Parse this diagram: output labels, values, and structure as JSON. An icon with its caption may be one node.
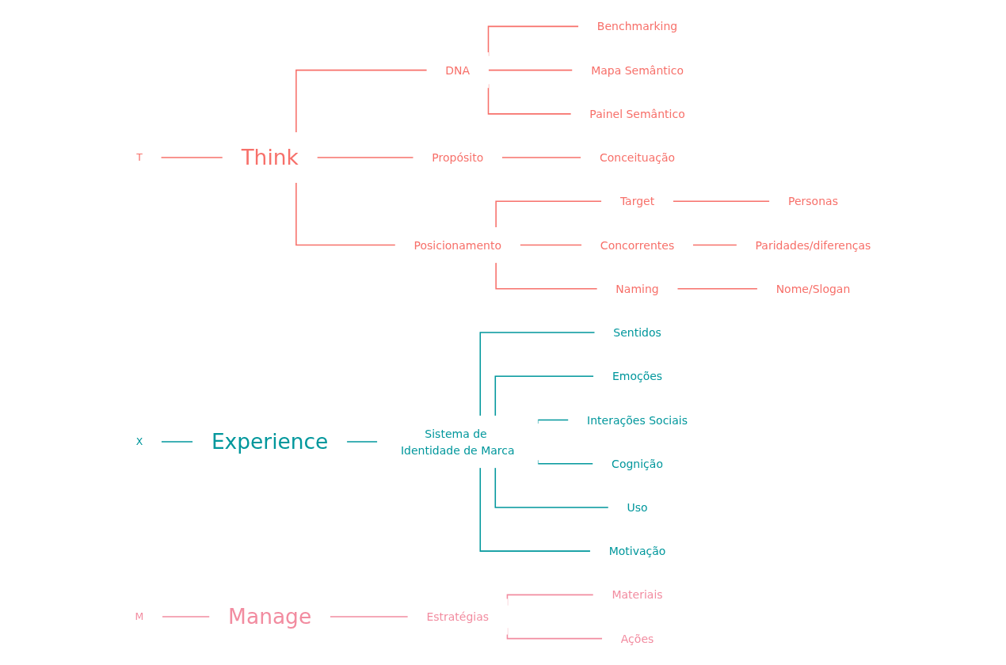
{
  "diagram": {
    "nodes": [
      {
        "text": [
          "T"
        ]
      },
      {
        "text": [
          "Think"
        ]
      },
      {
        "text": [
          "DNA"
        ]
      },
      {
        "text": [
          "Benchmarking"
        ]
      },
      {
        "text": [
          "Mapa Semântico"
        ]
      },
      {
        "text": [
          "Painel Semântico"
        ]
      },
      {
        "text": [
          "Propósito"
        ]
      },
      {
        "text": [
          "Conceituação"
        ]
      },
      {
        "text": [
          "Posicionamento"
        ]
      },
      {
        "text": [
          "Target"
        ]
      },
      {
        "text": [
          "Concorrentes"
        ]
      },
      {
        "text": [
          "Naming"
        ]
      },
      {
        "text": [
          "Personas"
        ]
      },
      {
        "text": [
          "Paridades/diferenças"
        ]
      },
      {
        "text": [
          "Nome/Slogan"
        ]
      },
      {
        "text": [
          "X"
        ]
      },
      {
        "text": [
          "Experience"
        ]
      },
      {
        "text": [
          "Sistema de Identidade de Marca"
        ]
      },
      {
        "text": [
          "Sentidos"
        ]
      },
      {
        "text": [
          "Emoções"
        ]
      },
      {
        "text": [
          "Interações Sociais"
        ]
      },
      {
        "text": [
          "Cognição"
        ]
      },
      {
        "text": [
          "Uso"
        ]
      },
      {
        "text": [
          "Motivação"
        ]
      },
      {
        "text": [
          "M"
        ]
      },
      {
        "text": [
          "Manage"
        ]
      },
      {
        "text": [
          "Estratégias"
        ]
      },
      {
        "text": [
          "Materiais"
        ]
      },
      {
        "text": [
          "Ações"
        ]
      }
    ],
    "edges": [
      {
        "from": 0,
        "to": 1,
        "arrow": "none"
      },
      {
        "from": 1,
        "to": 2,
        "arrow": "none"
      },
      {
        "from": 1,
        "to": 6,
        "arrow": "none"
      },
      {
        "from": 1,
        "to": 8,
        "arrow": "none"
      },
      {
        "from": 2,
        "to": 3,
        "arrow": "none"
      },
      {
        "from": 2,
        "to": 4,
        "arrow": "none"
      },
      {
        "from": 2,
        "to": 5,
        "arrow": "none"
      },
      {
        "from": 6,
        "to": 7,
        "arrow": "none"
      },
      {
        "from": 8,
        "to": 9,
        "arrow": "none"
      },
      {
        "from": 8,
        "to": 10,
        "arrow": "none"
      },
      {
        "from": 8,
        "to": 11,
        "arrow": "none"
      },
      {
        "from": 9,
        "to": 12,
        "arrow": "none"
      },
      {
        "from": 10,
        "to": 13,
        "arrow": "none"
      },
      {
        "from": 11,
        "to": 14,
        "arrow": "none"
      },
      {
        "from": 15,
        "to": 16,
        "arrow": "none",
        "color": "#00979c"
      },
      {
        "from": 16,
        "to": 17,
        "arrow": "none",
        "color": "#00979c"
      },
      {
        "from": 17,
        "to": 18,
        "arrow": "none",
        "color": "#00979c"
      },
      {
        "from": 17,
        "to": 19,
        "arrow": "none",
        "color": "#00979c"
      },
      {
        "from": 17,
        "to": 20,
        "arrow": "none",
        "color": "#00979c"
      },
      {
        "from": 17,
        "to": 21,
        "arrow": "none",
        "color": "#00979c"
      },
      {
        "from": 17,
        "to": 22,
        "arrow": "none",
        "color": "#00979c"
      },
      {
        "from": 17,
        "to": 23,
        "arrow": "none",
        "color": "#00979c"
      },
      {
        "from": 24,
        "to": 25,
        "arrow": "none",
        "color": "#f28ca0"
      },
      {
        "from": 25,
        "to": 26,
        "arrow": "none",
        "color": "#f28ca0"
      },
      {
        "from": 26,
        "to": 27,
        "arrow": "none",
        "color": "#f28ca0"
      },
      {
        "from": 26,
        "to": 28,
        "arrow": "none",
        "color": "#f28ca0"
      }
    ]
  }
}
